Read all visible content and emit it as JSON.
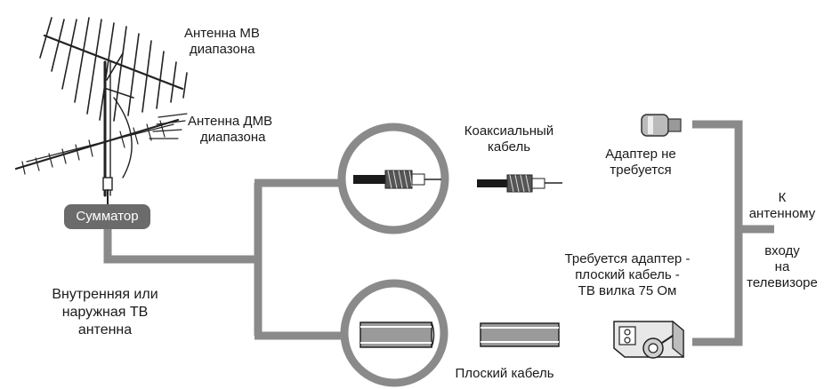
{
  "labels": {
    "mv_antenna": [
      "Антенна МВ",
      "диапазона"
    ],
    "dmv_antenna": [
      "Антенна ДМВ",
      "диапазона"
    ],
    "combiner": "Сумматор",
    "coax_cable": [
      "Коаксиальный",
      "кабель"
    ],
    "no_adapter": [
      "Адаптер не",
      "требуется"
    ],
    "adapter_needed": [
      "Требуется адаптер -",
      "плоский кабель -",
      "ТВ вилка 75 Ом"
    ],
    "flat_cable": "Плоский кабель",
    "tv_antenna": [
      "Внутренняя или",
      "наружная ТВ",
      "антенна"
    ],
    "to_tv_input": [
      "К",
      "антенному",
      "входу",
      "на",
      "телевизоре"
    ]
  },
  "colors": {
    "line": "#8a8a8a",
    "dark": "#1a1a1a",
    "combiner_bg": "#6b6b6b",
    "flat_fill": "#9a9a9a"
  }
}
